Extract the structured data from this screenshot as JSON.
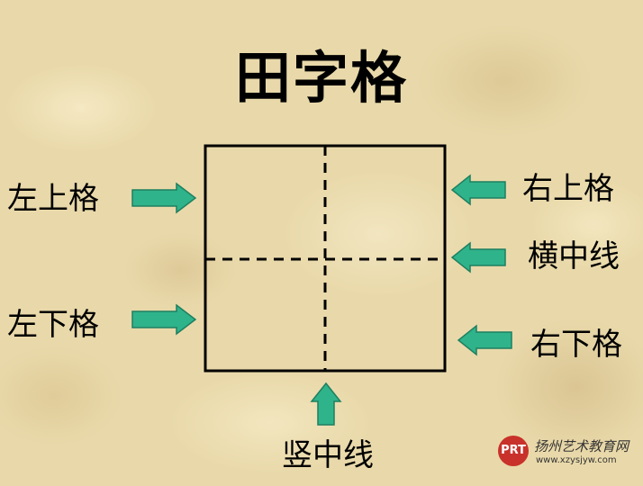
{
  "title": "田字格",
  "labels": {
    "upper_left": "左上格",
    "lower_left": "左下格",
    "upper_right": "右上格",
    "horizontal_midline": "横中线",
    "lower_right": "右下格",
    "vertical_midline": "竖中线"
  },
  "colors": {
    "arrow_fill": "#2fb38a",
    "arrow_stroke": "#1e7f60",
    "grid_line": "#000000"
  },
  "logo": {
    "mark": "PRT",
    "name": "扬州艺术教育网",
    "url": "www.xzysjyw.com"
  }
}
